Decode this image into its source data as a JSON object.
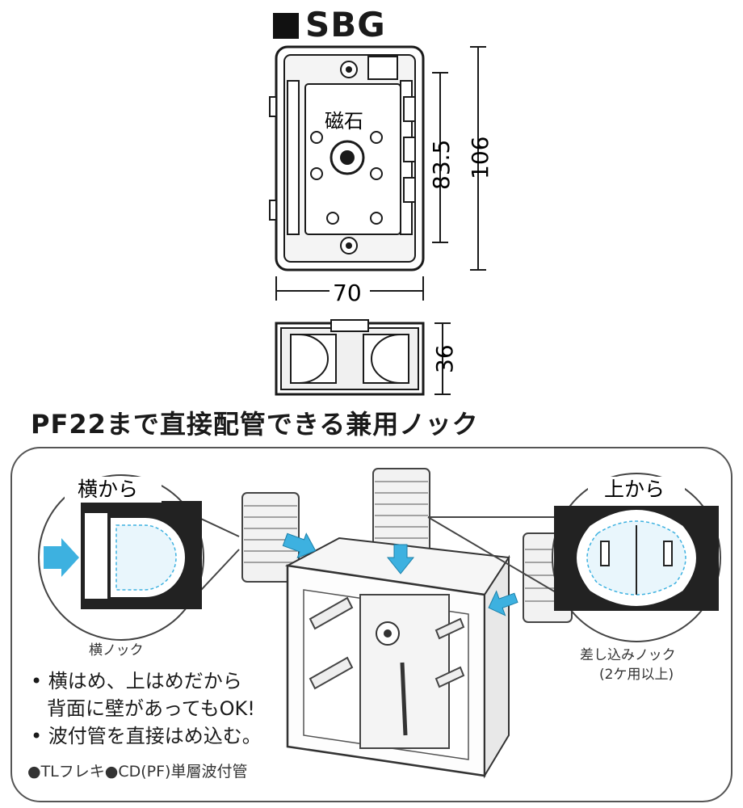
{
  "product": {
    "square_mark": "■",
    "model": "SBG"
  },
  "top_view": {
    "magnet_label": "磁石",
    "dim_inner_height": "83.5",
    "dim_outer_height": "106",
    "dim_width": "70"
  },
  "side_view": {
    "dim_depth": "36"
  },
  "heading": "PF22まで直接配管できる兼用ノック",
  "detail": {
    "left_title": "横から",
    "left_caption": "横ノック",
    "right_title": "上から",
    "right_caption_line1": "差し込みノック",
    "right_caption_line2": "(2ケ用以上)"
  },
  "bullets": [
    {
      "line1": "横はめ、上はめだから",
      "line2": "背面に壁があってもOK!"
    },
    {
      "line1": "波付管を直接はめ込む。",
      "line2": ""
    }
  ],
  "footnote": "●TLフレキ●CD(PF)単層波付管",
  "colors": {
    "arrow": "#3db1e0",
    "line": "#1a1a1a",
    "fill_gray": "#e8e8e8"
  }
}
